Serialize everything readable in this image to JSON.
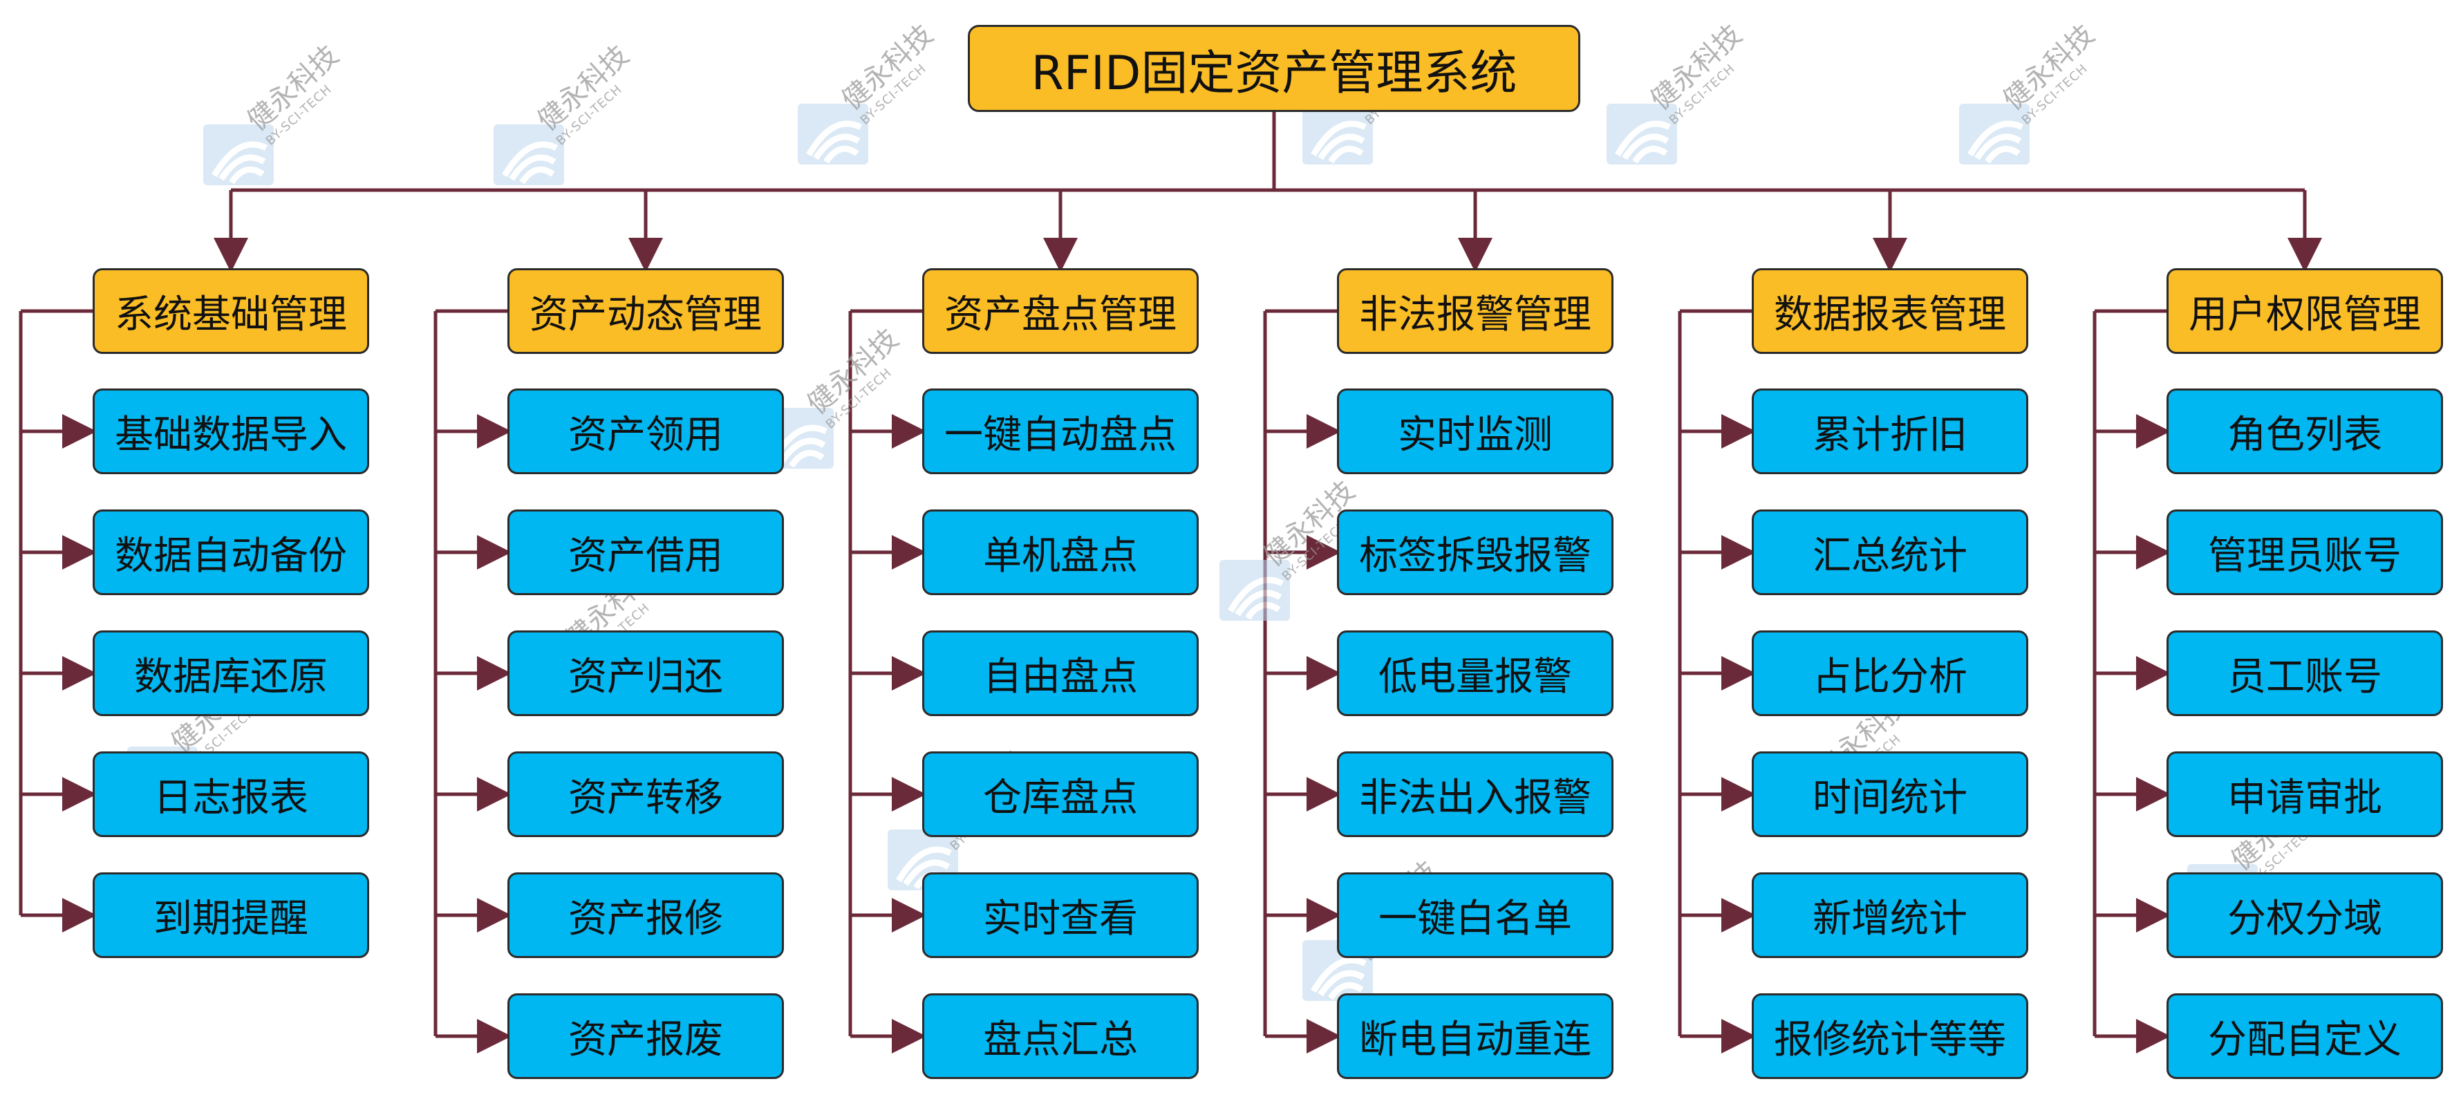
{
  "root": {
    "label": "RFID固定资产管理系统"
  },
  "categories": [
    {
      "label": "系统基础管理",
      "items": [
        "基础数据导入",
        "数据自动备份",
        "数据库还原",
        "日志报表",
        "到期提醒"
      ]
    },
    {
      "label": "资产动态管理",
      "items": [
        "资产领用",
        "资产借用",
        "资产归还",
        "资产转移",
        "资产报修",
        "资产报废"
      ]
    },
    {
      "label": "资产盘点管理",
      "items": [
        "一键自动盘点",
        "单机盘点",
        "自由盘点",
        "仓库盘点",
        "实时查看",
        "盘点汇总"
      ]
    },
    {
      "label": "非法报警管理",
      "items": [
        "实时监测",
        "标签拆毁报警",
        "低电量报警",
        "非法出入报警",
        "一键白名单",
        "断电自动重连"
      ]
    },
    {
      "label": "数据报表管理",
      "items": [
        "累计折旧",
        "汇总统计",
        "占比分析",
        "时间统计",
        "新增统计",
        "报修统计等等"
      ]
    },
    {
      "label": "用户权限管理",
      "items": [
        "角色列表",
        "管理员账号",
        "员工账号",
        "申请审批",
        "分权分域",
        "分配自定义"
      ]
    }
  ],
  "watermark": {
    "text": "健永科技",
    "subtext": "BY-SCI-TECH",
    "logo_icon": "wifi-signal-logo-icon"
  },
  "colors": {
    "root_fill": "#fbbd25",
    "category_fill": "#fbbd25",
    "item_fill": "#01b7f2",
    "line": "#6b2a3a",
    "border": "#2b2b2b"
  }
}
